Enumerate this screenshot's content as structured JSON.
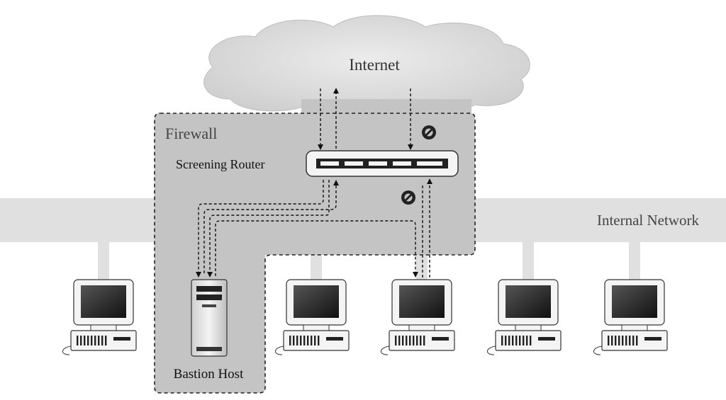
{
  "diagram": {
    "labels": {
      "internet": "Internet",
      "firewall": "Firewall",
      "screening_router": "Screening Router",
      "internal_network": "Internal Network",
      "bastion_host": "Bastion Host"
    },
    "colors": {
      "cloud": "#dcdcdc",
      "network_band": "#e0e0e0",
      "firewall_zone": "#c4c4c4",
      "dashed_border": "#222222",
      "monitor_screen": "#2a2a2a",
      "text": "#333333"
    },
    "icons": [
      "cloud-icon",
      "router-icon",
      "server-icon",
      "computer-icon",
      "blocked-icon"
    ],
    "workstations": 5
  }
}
